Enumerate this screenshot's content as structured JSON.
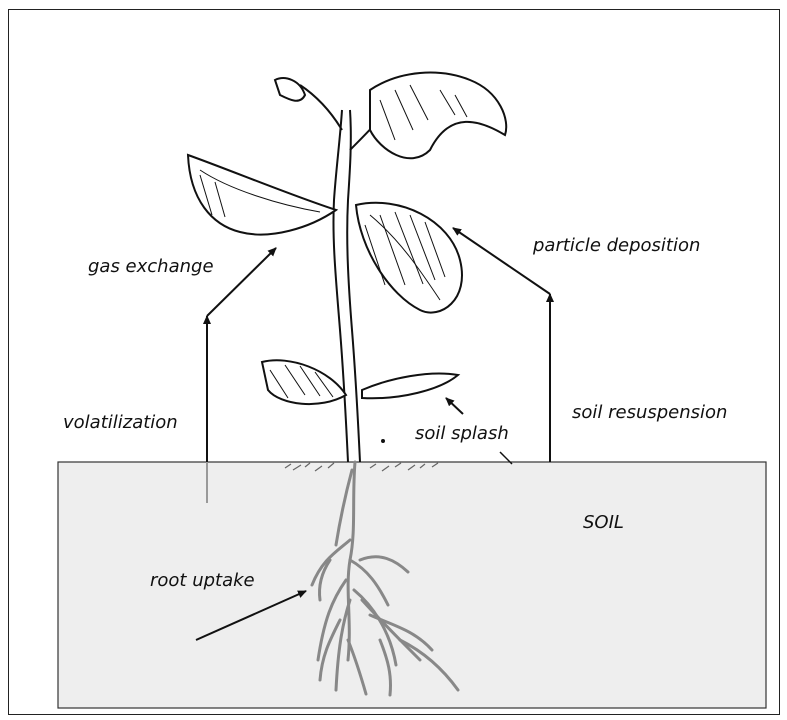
{
  "labels": {
    "gas_exchange": "gas exchange",
    "particle_deposition": "particle deposition",
    "volatilization": "volatilization",
    "soil_resuspension": "soil resuspension",
    "soil_splash": "soil splash",
    "soil": "SOIL",
    "root_uptake": "root uptake"
  },
  "colors": {
    "soil_fill": "#eeeeee",
    "outline": "#222222",
    "roots": "#888888",
    "volatilization_line": "#999999"
  }
}
